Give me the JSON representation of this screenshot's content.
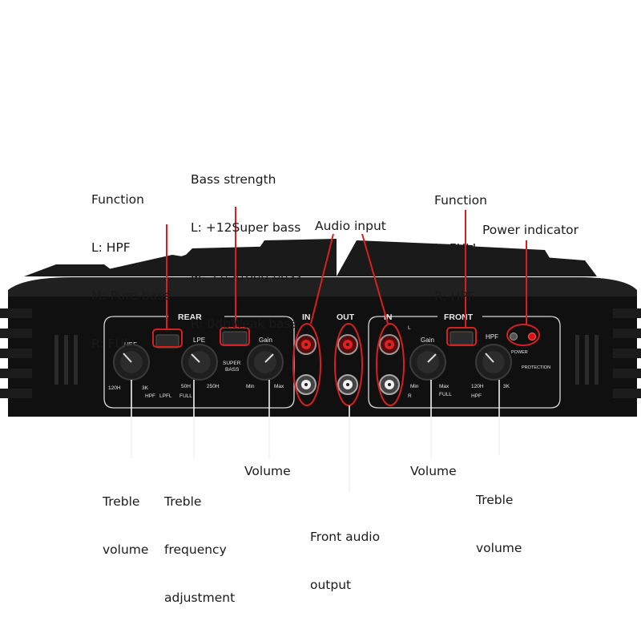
{
  "callouts": {
    "function_rear": {
      "title": "Function",
      "lines": [
        "L: HPF",
        "M: Pure bass",
        "R: FULL"
      ]
    },
    "bass_strength": {
      "title": "Bass strength",
      "lines": [
        "L: +12Super bass",
        "M: +6Strong bass",
        "R: 0dbWeak bass"
      ]
    },
    "function_front": {
      "title": "Function",
      "lines": [
        "L: FULL",
        "R: HPF"
      ]
    },
    "audio_input": "Audio input",
    "power_indicator": "Power indicator",
    "treble_volume_left": [
      "Treble",
      "volume"
    ],
    "treble_freq": [
      "Treble",
      "frequency",
      "adjustment"
    ],
    "volume_left": "Volume",
    "front_audio_output": [
      "Front audio",
      "output"
    ],
    "volume_right": "Volume",
    "treble_volume_right": [
      "Treble",
      "volume"
    ]
  },
  "panel": {
    "rear": "REAR",
    "front": "FRONT",
    "in_left": "IN",
    "out": "OUT",
    "in_right": "IN",
    "hpf_left": "HPF",
    "lpe": "LPE",
    "gain_left": "Gain",
    "gain_right": "Gain",
    "hpf_right": "HPF",
    "k120h_left": "120H",
    "k3k_left": "3K",
    "hpf_sw_left": "HPF",
    "lpfl": "LPFL",
    "k50h": "50H",
    "full_left": "FULL",
    "k250h": "250H",
    "super_bass": "SUPER",
    "bass": "BASS",
    "min_left": "Min",
    "max_left": "Max",
    "l_label": "L",
    "r_label": "R",
    "min_right": "Min",
    "max_right": "Max",
    "full_right": "FULL",
    "k120h_right": "120H",
    "k3k_right": "3K",
    "hpf_sw_right": "HPF",
    "power": "POWER",
    "protection": "PROTECTION"
  },
  "colors": {
    "highlight": "#d62020",
    "body": "#121212",
    "led_red": "#e01010"
  }
}
